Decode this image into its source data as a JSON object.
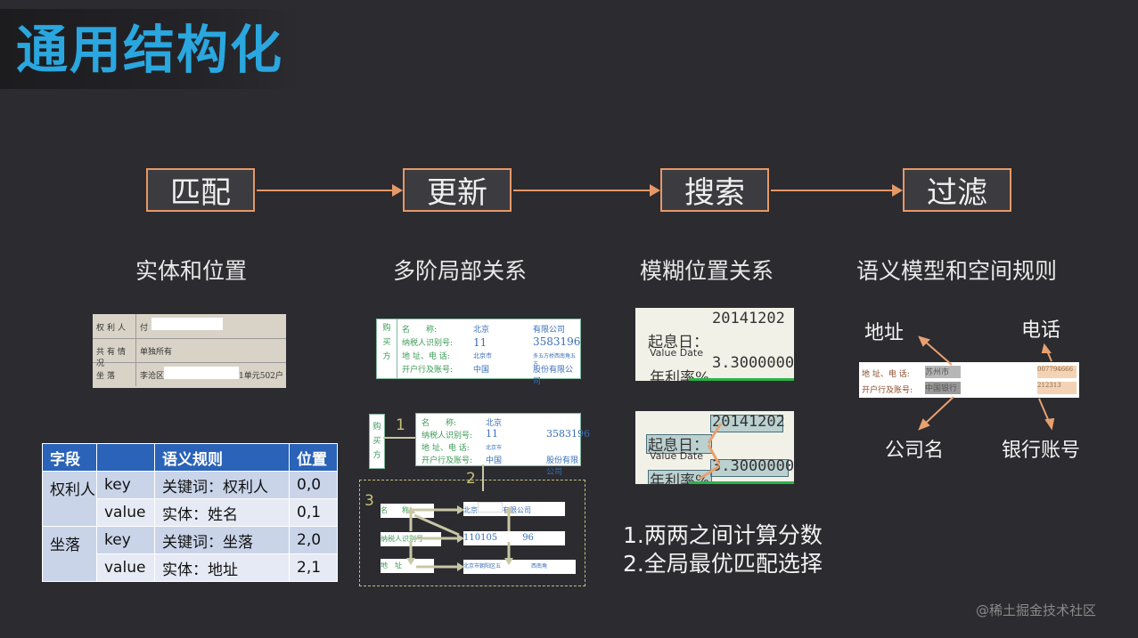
{
  "title": "通用结构化",
  "steps": [
    {
      "label": "匹配",
      "subtitle": "实体和位置"
    },
    {
      "label": "更新",
      "subtitle": "多阶局部关系"
    },
    {
      "label": "搜索",
      "subtitle": "模糊位置关系"
    },
    {
      "label": "过滤",
      "subtitle": "语义模型和空间规则"
    }
  ],
  "doc1": {
    "rows": [
      {
        "label": "权利人",
        "value": "付"
      },
      {
        "label": "共有情况",
        "value": "单独所有"
      },
      {
        "label": "坐落",
        "value": "李沧区",
        "suffix": "1单元502户"
      }
    ]
  },
  "table": {
    "headers": [
      "字段",
      "",
      "语义规则",
      "位置"
    ],
    "groups": [
      {
        "field": "权利人",
        "rows": [
          {
            "kind": "key",
            "rule": "关键词：权利人",
            "pos": "0,0"
          },
          {
            "kind": "value",
            "rule": "实体：姓名",
            "pos": "0,1"
          }
        ]
      },
      {
        "field": "坐落",
        "rows": [
          {
            "kind": "key",
            "rule": "关键词：坐落",
            "pos": "2,0"
          },
          {
            "kind": "value",
            "rule": "实体：地址",
            "pos": "2,1"
          }
        ]
      }
    ]
  },
  "invoice": {
    "side": "购买方",
    "rows": [
      {
        "label": "名　　称:",
        "value": "北京",
        "value2": "有限公司"
      },
      {
        "label": "纳税人识别号:",
        "value": "11",
        "value2": "3583196"
      },
      {
        "label": "地 址、电 话:",
        "value": "北京市",
        "value2": "多五方桥西南角五方"
      },
      {
        "label": "开户行及账号:",
        "value": "中国",
        "value2": "股份有限公司"
      }
    ],
    "numbers": [
      "1",
      "2",
      "3"
    ],
    "mini_rows": [
      {
        "label": "名　　称",
        "value": "北京",
        "value2": "有限公司"
      },
      {
        "label": "纳税人识别号",
        "value": "110105",
        "value2": "96"
      },
      {
        "label": "地　址",
        "value": "北京市朝阳区五",
        "value2": "西南角"
      }
    ]
  },
  "fuzzy": {
    "date": "20141202",
    "label1": "起息日：",
    "label2": "Value Date",
    "value": "3.3000000",
    "label3": "年利率%"
  },
  "fuzzy_steps": [
    "1.两两之间计算分数",
    "2.全局最优匹配选择"
  ],
  "semantic": {
    "labels": {
      "address": "地址",
      "phone": "电话",
      "company": "公司名",
      "account": "银行账号"
    },
    "row1_label": "地 址、电 话:",
    "row1_value": "苏州市",
    "row1_phone": "007794666",
    "row2_label": "开户行及账号:",
    "row2_value": "中国银行",
    "row2_account": "212313"
  },
  "watermark": "@稀土掘金技术社区",
  "colors": {
    "title": "#2aa7df",
    "accent": "#e59867",
    "table_header": "#2a63b8"
  }
}
